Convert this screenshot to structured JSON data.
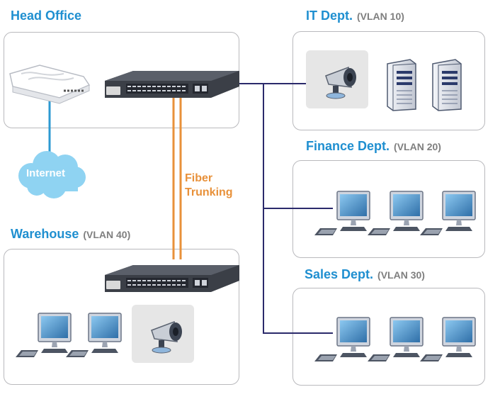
{
  "colors": {
    "title": "#1f8fd0",
    "vlan_text": "#7f7f7f",
    "fiber": "#e8913a",
    "copper": "#2b2a6b",
    "internet_link": "#2d9ad2",
    "cloud": "#8fd3f2",
    "zone_border": "#b9b9bd"
  },
  "zones": {
    "head_office": {
      "title": "Head Office",
      "vlan": ""
    },
    "it": {
      "title": "IT Dept.",
      "vlan": "(VLAN 10)"
    },
    "finance": {
      "title": "Finance Dept.",
      "vlan": "(VLAN 20)"
    },
    "sales": {
      "title": "Sales Dept.",
      "vlan": "(VLAN 30)"
    },
    "warehouse": {
      "title": "Warehouse",
      "vlan": "(VLAN 40)"
    }
  },
  "links": {
    "fiber_label_1": "Fiber",
    "fiber_label_2": "Trunking",
    "internet_label": "Internet"
  },
  "icons": [
    "router-icon",
    "switch-icon",
    "cloud-icon",
    "camera-icon",
    "server-icon",
    "desktop-computer-icon"
  ]
}
